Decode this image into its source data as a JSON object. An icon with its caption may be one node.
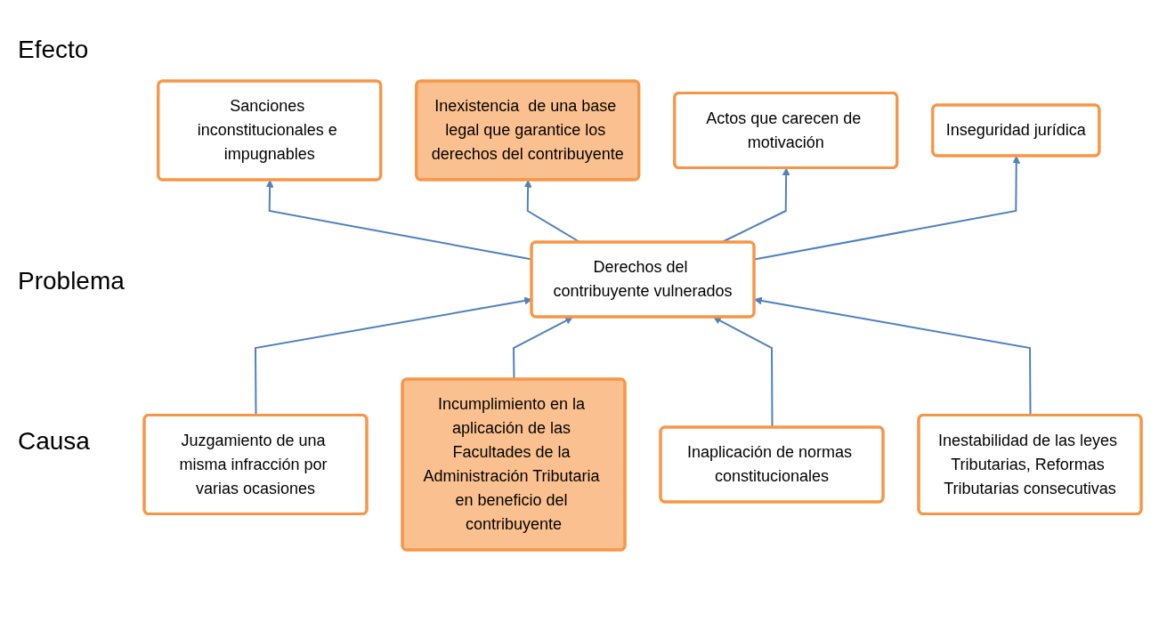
{
  "diagram": {
    "nodes": [
      {
        "text": [
          "Sanciones inconstitucionales e impugnables"
        ]
      },
      {
        "text": [
          "Inexistencia  de una base legal que garantice los derechos del contribuyente"
        ]
      },
      {
        "text": [
          "Actos que carecen de motivación"
        ]
      },
      {
        "text": [
          "Inseguridad jurídica"
        ]
      },
      {
        "text": [
          "Derechos del contribuyente vulnerados"
        ]
      },
      {
        "text": [
          "Juzgamiento de una misma infracción por varias ocasiones"
        ]
      },
      {
        "text": [
          "Incumplimiento en la aplicación de las Facultades de la Administración Tributaria en beneficio del contribuyente"
        ]
      },
      {
        "text": [
          "Inaplicación de normas constitucionales"
        ]
      },
      {
        "text": [
          "Inestabilidad de las leyes Tributarias, Reformas Tributarias consecutivas"
        ]
      }
    ],
    "edges": [
      {
        "from": 4,
        "to": 0,
        "arrow": "to"
      },
      {
        "from": 4,
        "to": 1,
        "arrow": "to"
      },
      {
        "from": 4,
        "to": 2,
        "arrow": "to"
      },
      {
        "from": 4,
        "to": 3,
        "arrow": "to"
      },
      {
        "from": 5,
        "to": 4,
        "arrow": "to"
      },
      {
        "from": 6,
        "to": 4,
        "arrow": "to"
      },
      {
        "from": 7,
        "to": 4,
        "arrow": "to"
      },
      {
        "from": 8,
        "to": 4,
        "arrow": "to"
      }
    ],
    "labels": [
      "Efecto",
      "Problema",
      "Causa"
    ]
  }
}
